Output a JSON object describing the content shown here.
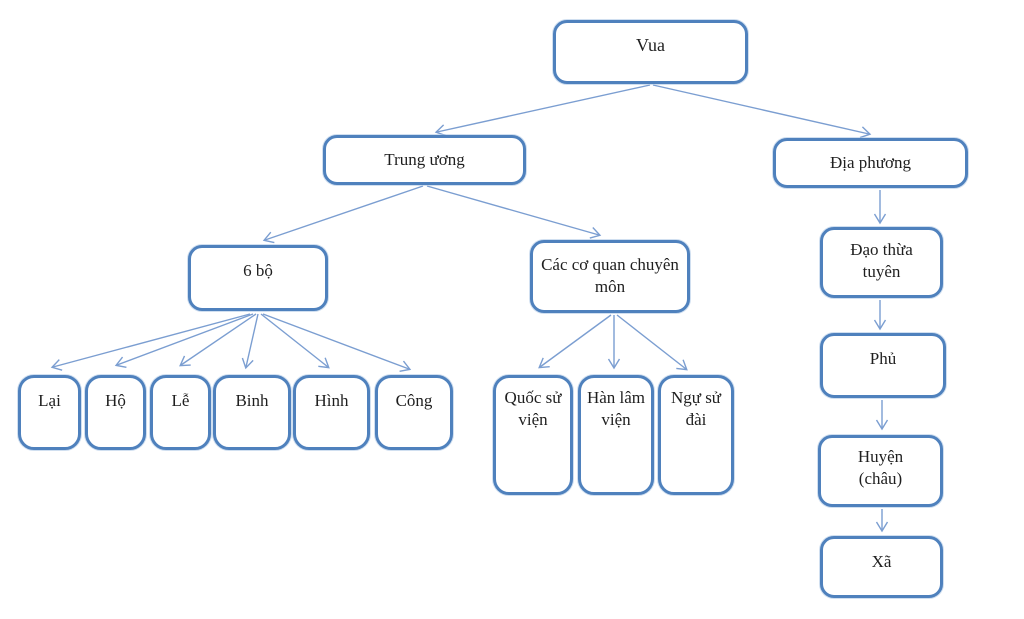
{
  "diagram": {
    "type": "org-flowchart",
    "nodes": {
      "vua": {
        "label": "Vua"
      },
      "trung_uong": {
        "label": "Trung ương"
      },
      "dia_phuong": {
        "label": "Địa phương"
      },
      "bo6": {
        "label": "6 bộ"
      },
      "chuyen_mon": {
        "label": "Các cơ quan chuyên môn"
      },
      "lai": {
        "label": "Lại"
      },
      "ho": {
        "label": "Hộ"
      },
      "le": {
        "label": "Lễ"
      },
      "binh": {
        "label": "Binh"
      },
      "hinh": {
        "label": "Hình"
      },
      "cong": {
        "label": "Công"
      },
      "quoc_su_vien": {
        "label": "Quốc sử viện"
      },
      "han_lam_vien": {
        "label": "Hàn lâm viện"
      },
      "ngu_su_dai": {
        "label": "Ngự sử đài"
      },
      "dao_thua_tuyen": {
        "label": "Đạo thừa tuyên"
      },
      "phu": {
        "label": "Phủ"
      },
      "huyen_chau": {
        "label": "Huyện (châu)"
      },
      "xa": {
        "label": "Xã"
      }
    },
    "edges": [
      {
        "from": "vua",
        "to": "trung_uong"
      },
      {
        "from": "vua",
        "to": "dia_phuong"
      },
      {
        "from": "trung_uong",
        "to": "bo6"
      },
      {
        "from": "trung_uong",
        "to": "chuyen_mon"
      },
      {
        "from": "bo6",
        "to": "lai"
      },
      {
        "from": "bo6",
        "to": "ho"
      },
      {
        "from": "bo6",
        "to": "le"
      },
      {
        "from": "bo6",
        "to": "binh"
      },
      {
        "from": "bo6",
        "to": "hinh"
      },
      {
        "from": "bo6",
        "to": "cong"
      },
      {
        "from": "chuyen_mon",
        "to": "quoc_su_vien"
      },
      {
        "from": "chuyen_mon",
        "to": "han_lam_vien"
      },
      {
        "from": "chuyen_mon",
        "to": "ngu_su_dai"
      },
      {
        "from": "dia_phuong",
        "to": "dao_thua_tuyen"
      },
      {
        "from": "dao_thua_tuyen",
        "to": "phu"
      },
      {
        "from": "phu",
        "to": "huyen_chau"
      },
      {
        "from": "huyen_chau",
        "to": "xa"
      }
    ],
    "colors": {
      "box_border": "#4f81bd",
      "connector": "#7b9ed1",
      "text": "#1f1f1f",
      "background": "#ffffff"
    }
  }
}
